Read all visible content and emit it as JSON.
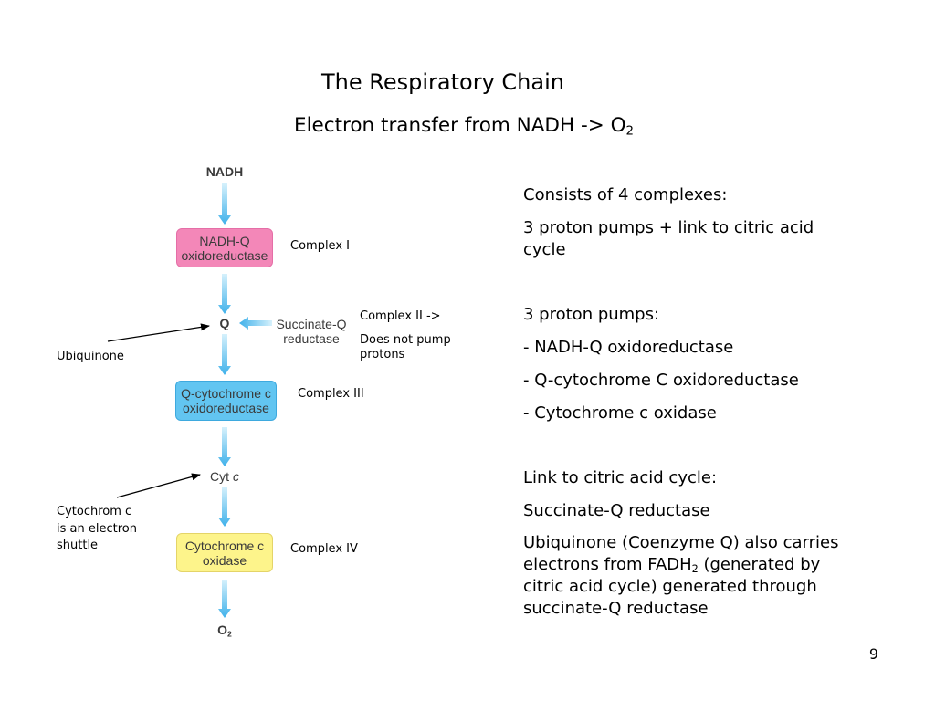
{
  "slide": {
    "title": "The Respiratory Chain",
    "subtitle": {
      "text": "Electron transfer from NADH -> O",
      "sub": "2"
    },
    "page_number": "9"
  },
  "diagram": {
    "start": "NADH",
    "end": {
      "text": "O",
      "sub": "2"
    },
    "ubiquinone": "Q",
    "cytochrome_c": {
      "text": "Cyt",
      "italic": "c"
    },
    "complex_i": {
      "lines": [
        "NADH-Q",
        "oxidoreductase"
      ],
      "label": "Complex I",
      "color": "#f387b8"
    },
    "complex_ii": {
      "lines": [
        "Succinate-Q",
        "reductase"
      ],
      "label": "Complex II ->",
      "note": [
        "Does not pump",
        "protons"
      ]
    },
    "complex_iii": {
      "lines": [
        "Q-cytochrome c",
        "oxidoreductase"
      ],
      "label": "Complex III",
      "color": "#62c5f1"
    },
    "complex_iv": {
      "lines": [
        "Cytochrome c",
        "oxidase"
      ],
      "label": "Complex IV",
      "color": "#fdf48b"
    },
    "callouts": {
      "ubiquinone": "Ubiquinone",
      "cytochrome_c": [
        "Cytochrom c",
        "is an electron",
        "shuttle"
      ]
    },
    "arrow_color": "#3fb1ea"
  },
  "notes": {
    "overview": {
      "heading": "Consists of 4 complexes:",
      "lines": [
        "3 proton pumps + link to citric acid",
        "cycle"
      ]
    },
    "proton_pumps": {
      "heading": "3 proton pumps:",
      "items": [
        "- NADH-Q oxidoreductase",
        "- Q-cytochrome C oxidoreductase",
        "- Cytochrome c oxidase"
      ]
    },
    "citric_acid_link": {
      "heading": "Link to citric acid cycle:",
      "item": "Succinate-Q reductase",
      "paragraph": [
        "Ubiquinone (Coenzyme Q) also carries",
        {
          "before": "electrons from FADH",
          "sub": "2",
          "after": " (generated by"
        },
        "citric acid cycle) generated through",
        "succinate-Q reductase"
      ]
    }
  }
}
